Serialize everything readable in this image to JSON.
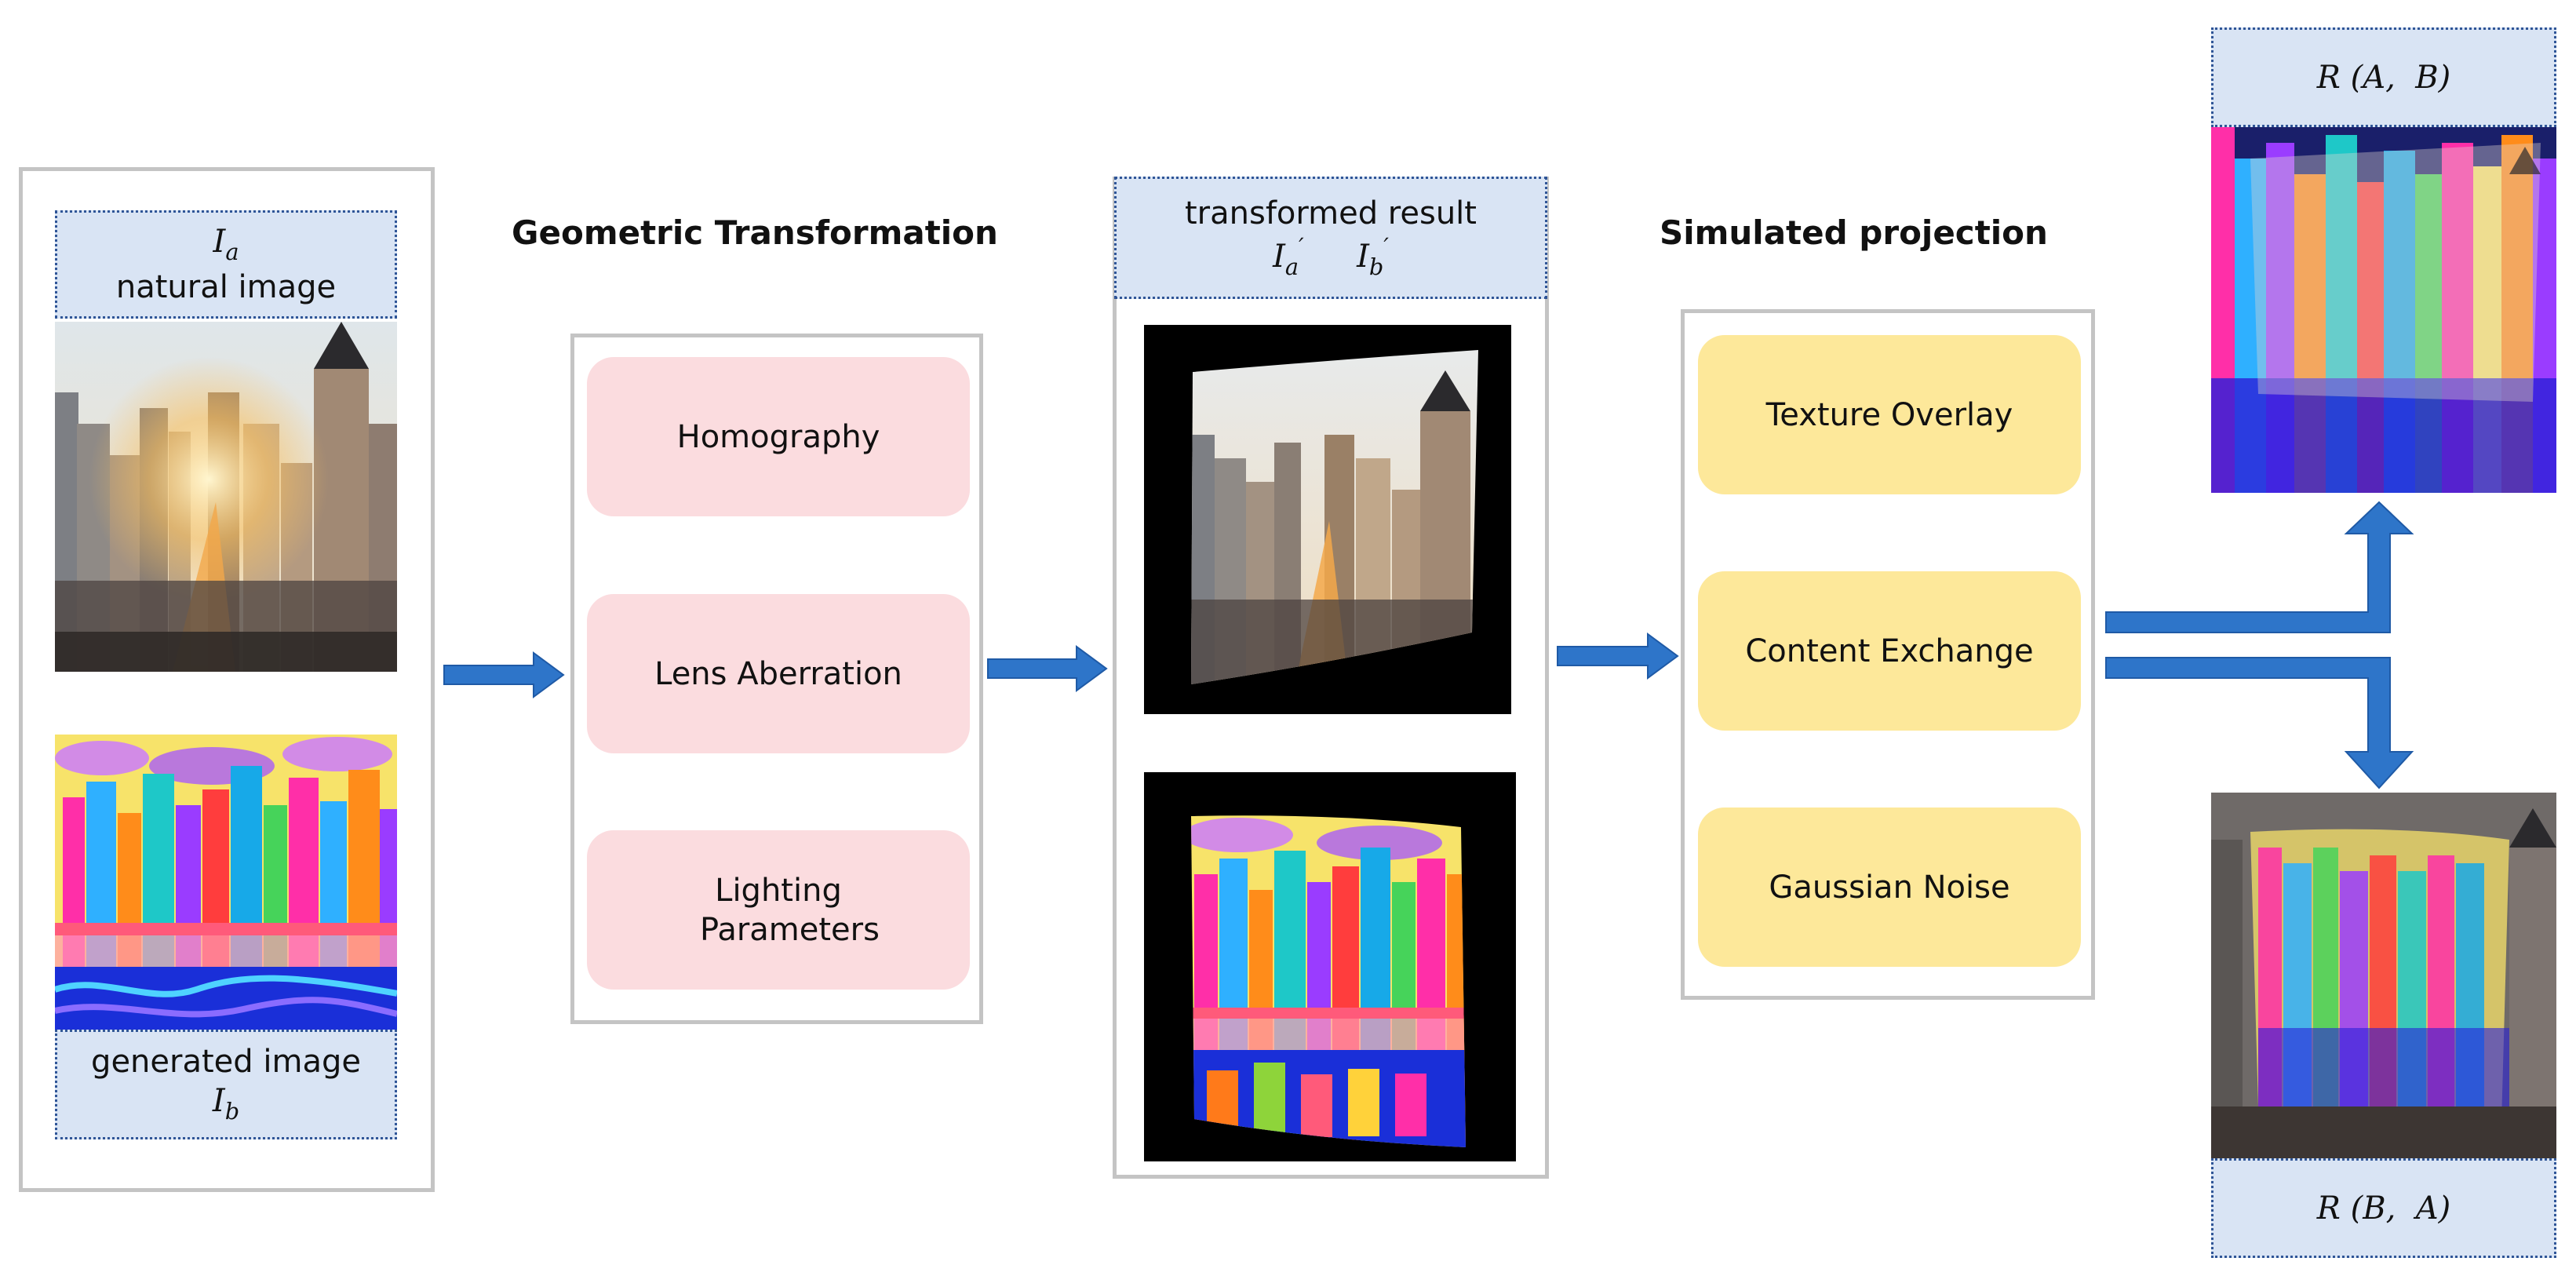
{
  "inputs": {
    "natural_symbol": "I",
    "natural_sub": "a",
    "natural_caption": "natural image",
    "generated_caption": "generated image",
    "generated_symbol": "I",
    "generated_sub": "b"
  },
  "geometric": {
    "heading": "Geometric Transformation",
    "ops": [
      "Homography",
      "Lens Aberration",
      "Lighting Parameters"
    ]
  },
  "transformed": {
    "caption": "transformed result",
    "sym_a": "I",
    "sub_a": "a",
    "sym_b": "I",
    "sub_b": "b",
    "prime": "′"
  },
  "projection": {
    "heading": "Simulated projection",
    "ops": [
      "Texture Overlay",
      "Content Exchange",
      "Gaussian Noise"
    ]
  },
  "outputs": {
    "top_label": "R (A,  B)",
    "bottom_label": "R (B,  A)"
  },
  "colors": {
    "arrow": "#2e75c9",
    "label_fill": "#d9e4f4",
    "pink_box": "#fbdcdf",
    "yellow_box": "#fde89a"
  }
}
